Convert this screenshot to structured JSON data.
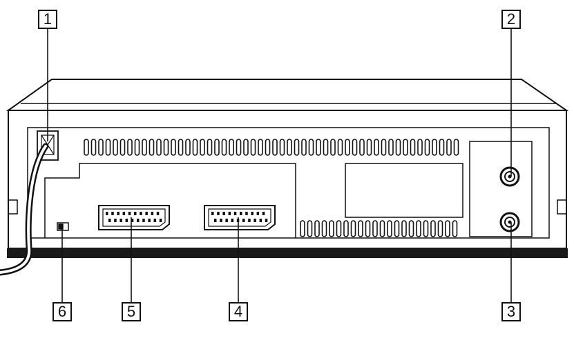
{
  "callouts": {
    "c1": "1",
    "c2": "2",
    "c3": "3",
    "c4": "4",
    "c5": "5",
    "c6": "6"
  },
  "colors": {
    "line": "#111111",
    "panel": "#ffffff",
    "band": "#1a1a1a"
  }
}
